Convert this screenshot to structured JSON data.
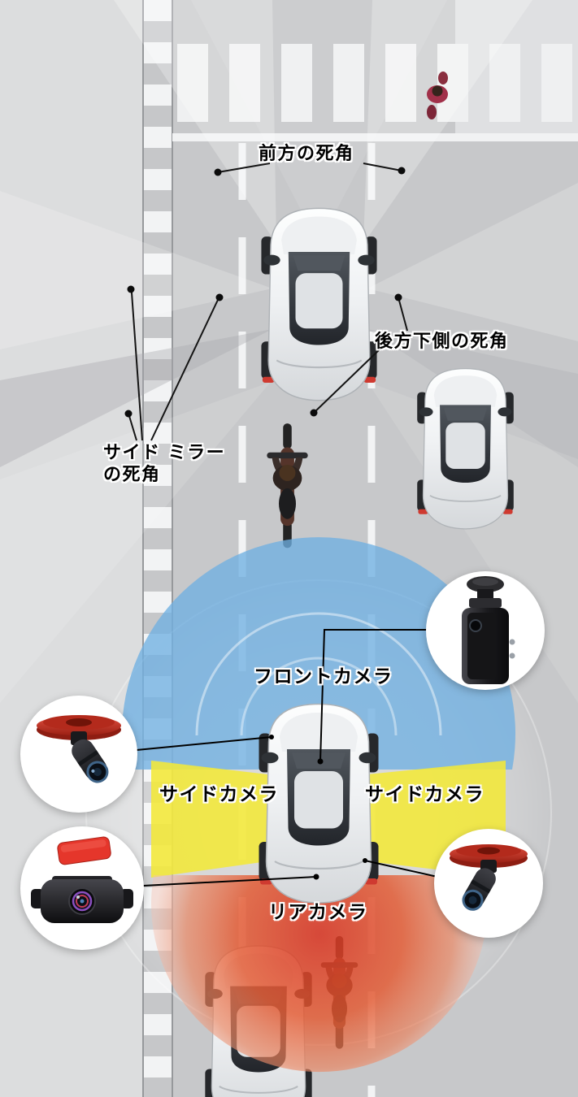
{
  "blind_spots": {
    "front": {
      "label": "前方の死角"
    },
    "rear_lower": {
      "label": "後方下側の死角"
    },
    "side_mirror": {
      "line1": "サイド ミラー",
      "line2": "の死角"
    }
  },
  "cameras": {
    "front": {
      "label": "フロントカメラ",
      "zone_color": "#6FB0E2",
      "icon": "dashcam-icon"
    },
    "side_left": {
      "label": "サイドカメラ",
      "zone_color": "#F2E838",
      "icon": "side-camera-icon"
    },
    "side_right": {
      "label": "サイドカメラ",
      "zone_color": "#F2E838",
      "icon": "side-camera-icon"
    },
    "rear": {
      "label": "リアカメラ",
      "zone_color": "#E04A2E",
      "icon": "rear-camera-icon"
    }
  },
  "scene": {
    "road_color": "#C7C8CA",
    "sidewalk_color": "#DCDDDE",
    "lane_marking_color": "#F2F3F4",
    "rear_zone_core_color": "#D63523",
    "vehicles": [
      "car-top",
      "car-right",
      "car-main-with-cameras",
      "car-bottom"
    ],
    "riders": [
      "motorcyclist-middle",
      "motorcyclist-bottom"
    ],
    "pedestrian": "pedestrian-on-crosswalk"
  }
}
